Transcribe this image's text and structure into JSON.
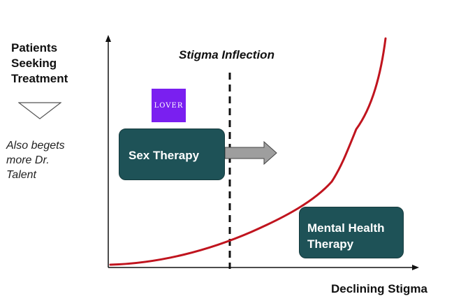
{
  "axes": {
    "y_label_lines": [
      "Patients",
      "Seeking",
      "Treatment"
    ],
    "x_label": "Declining Stigma"
  },
  "note": {
    "lines": [
      "Also begets",
      "more Dr.",
      "Talent"
    ]
  },
  "inflection": {
    "label": "Stigma Inflection"
  },
  "logo": {
    "text": "LOVER",
    "color": "#7a1ff0"
  },
  "boxes": {
    "sex_therapy": {
      "label": "Sex Therapy"
    },
    "mental_health": {
      "lines": [
        "Mental Health",
        "Therapy"
      ]
    }
  },
  "colors": {
    "box_fill": "#1e5257",
    "curve": "#c0141e",
    "arrow_fill": "#9e9e9e",
    "axis": "#111111"
  },
  "icons": {
    "down_triangle": "down-triangle-icon",
    "right_arrow": "right-arrow-icon"
  }
}
